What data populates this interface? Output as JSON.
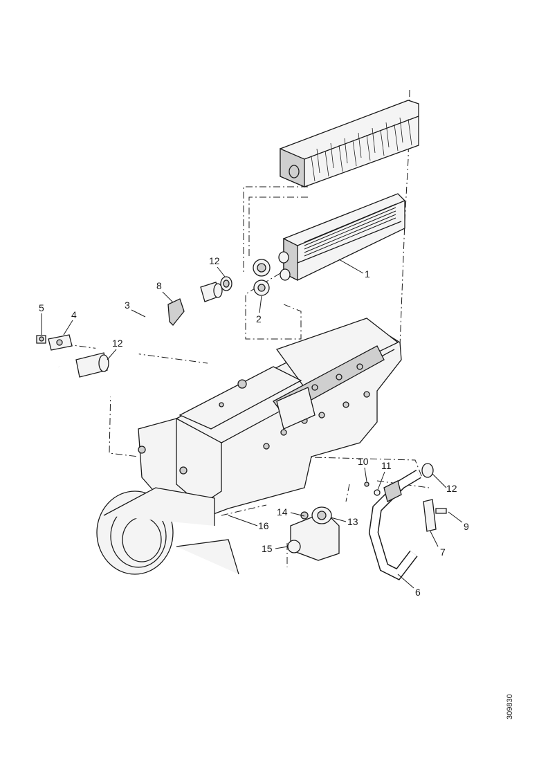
{
  "callouts": [
    {
      "key": "c1",
      "text": "1"
    },
    {
      "key": "c2",
      "text": "2"
    },
    {
      "key": "c3",
      "text": "3"
    },
    {
      "key": "c4",
      "text": "4"
    },
    {
      "key": "c5",
      "text": "5"
    },
    {
      "key": "c6",
      "text": "6"
    },
    {
      "key": "c7",
      "text": "7"
    },
    {
      "key": "c8",
      "text": "8"
    },
    {
      "key": "c9",
      "text": "9"
    },
    {
      "key": "c10",
      "text": "10"
    },
    {
      "key": "c11",
      "text": "11"
    },
    {
      "key": "c12a",
      "text": "12"
    },
    {
      "key": "c12b",
      "text": "12"
    },
    {
      "key": "c12c",
      "text": "12"
    },
    {
      "key": "c13",
      "text": "13"
    },
    {
      "key": "c14",
      "text": "14"
    },
    {
      "key": "c15",
      "text": "15"
    },
    {
      "key": "c16",
      "text": "16"
    }
  ],
  "drawing_ref": "309830"
}
